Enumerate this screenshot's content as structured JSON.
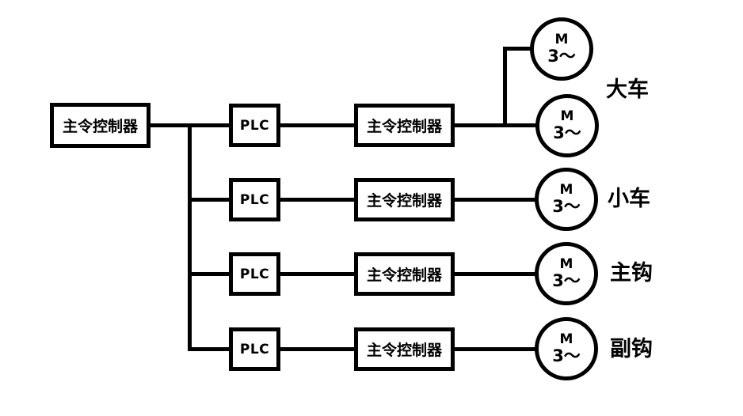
{
  "diagram": {
    "colors": {
      "background": "#ffffff",
      "line": "#000000",
      "text": "#000000"
    },
    "master": {
      "label": "主令控制器"
    },
    "rows": [
      {
        "plc_label": "PLC",
        "controller_label": "主令控制器",
        "group_label": "大车",
        "motors": [
          {
            "label": "M",
            "sub": "3～"
          },
          {
            "label": "M",
            "sub": "3～"
          }
        ]
      },
      {
        "plc_label": "PLC",
        "controller_label": "主令控制器",
        "group_label": "小车",
        "motors": [
          {
            "label": "M",
            "sub": "3～"
          }
        ]
      },
      {
        "plc_label": "PLC",
        "controller_label": "主令控制器",
        "group_label": "主钩",
        "motors": [
          {
            "label": "M",
            "sub": "3～"
          }
        ]
      },
      {
        "plc_label": "PLC",
        "controller_label": "主令控制器",
        "group_label": "副钩",
        "motors": [
          {
            "label": "M",
            "sub": "3～"
          }
        ]
      }
    ]
  }
}
